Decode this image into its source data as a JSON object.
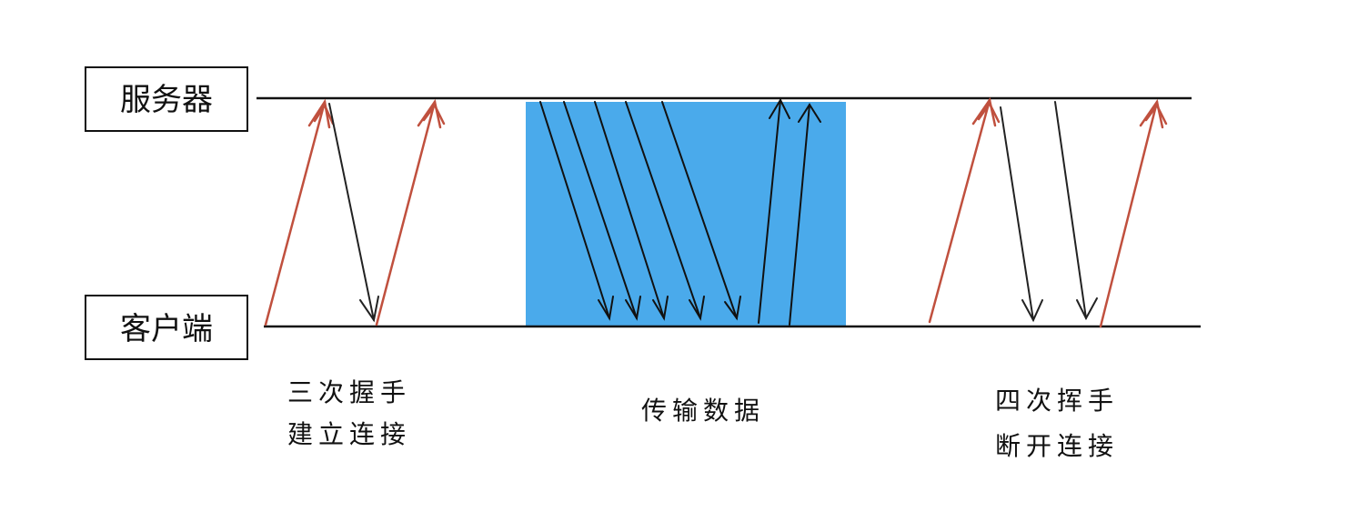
{
  "nodes": {
    "server": "服务器",
    "client": "客户端"
  },
  "phases": {
    "handshake": {
      "line1": "三次握手",
      "line2": "建立连接"
    },
    "transfer": {
      "line1": "传输数据"
    },
    "wave": {
      "line1": "四次挥手",
      "line2": "断开连接"
    }
  },
  "colors": {
    "timeline": "#111111",
    "client_to_server_arrow": "#c0503e",
    "server_to_client_arrow": "#222222",
    "data_area": "#4aaaeb"
  }
}
